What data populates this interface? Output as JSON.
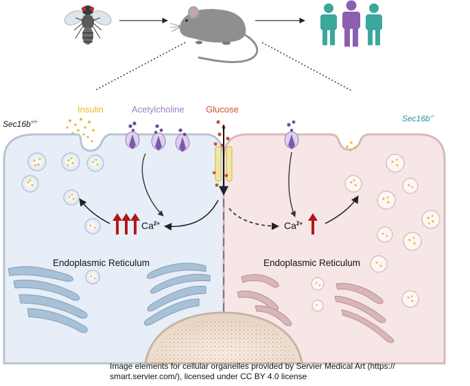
{
  "labels": {
    "insulin": "Insulin",
    "acetylcholine": "Acetylcholine",
    "glucose": "Glucose",
    "genotype_wt_base": "Sec16b",
    "genotype_wt_sup": "+/+",
    "genotype_ko_base": "Sec16b",
    "genotype_ko_sup": "-/-",
    "calcium_base": "Ca",
    "calcium_sup": "2+",
    "er_left": "Endoplasmic Reticulum",
    "er_right": "Endoplasmic Reticulum"
  },
  "credit": {
    "line1": "Image elements for cellular organelles provided by Servier Medical Art (https://",
    "line2": "smart.servier.com/), licensed under CC BY 4.0 license"
  },
  "colors": {
    "insulin": "#e8b830",
    "acetylcholine": "#9a7fc0",
    "glucose": "#c8501e",
    "genotype_ko": "#2a8f8f",
    "cell_left": "#e7eef8",
    "cell_right": "#f7e6e6",
    "ca_arrow": "#b01818",
    "human_teal": "#3aa89a",
    "human_purple": "#8a5fb0"
  },
  "icons": [
    "fly-icon",
    "mouse-icon",
    "human-group-icon"
  ]
}
